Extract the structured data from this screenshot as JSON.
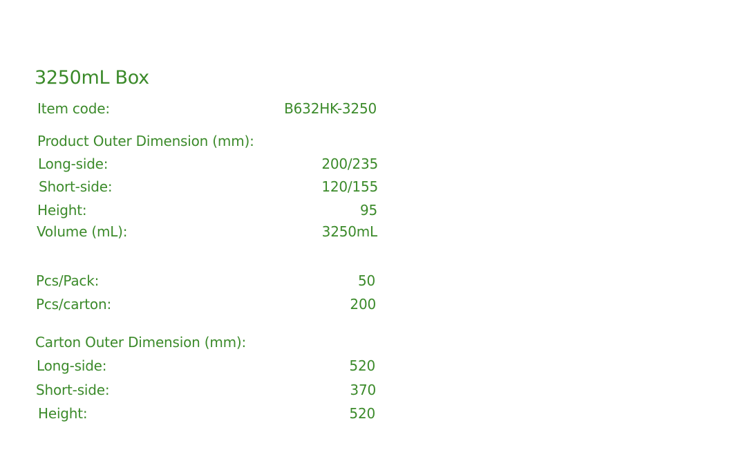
{
  "title": "3250mL Box",
  "item_code": {
    "label": "Item code:",
    "value": "B632HK-3250"
  },
  "product_dimension": {
    "heading": "Product Outer Dimension (mm):",
    "long_side": {
      "label": "Long-side:",
      "value": "200/235"
    },
    "short_side": {
      "label": "Short-side:",
      "value": "120/155"
    },
    "height": {
      "label": "Height:",
      "value": "95"
    },
    "volume": {
      "label": "Volume (mL):",
      "value": "3250mL"
    }
  },
  "packing": {
    "pcs_pack": {
      "label": "Pcs/Pack:",
      "value": "50"
    },
    "pcs_carton": {
      "label": "Pcs/carton:",
      "value": "200"
    }
  },
  "carton_dimension": {
    "heading": "Carton Outer Dimension (mm):",
    "long_side": {
      "label": "Long-side:",
      "value": "520"
    },
    "short_side": {
      "label": "Short-side:",
      "value": "370"
    },
    "height": {
      "label": "Height:",
      "value": "520"
    }
  },
  "colors": {
    "text": "#3b8a2a",
    "background": "#ffffff"
  }
}
